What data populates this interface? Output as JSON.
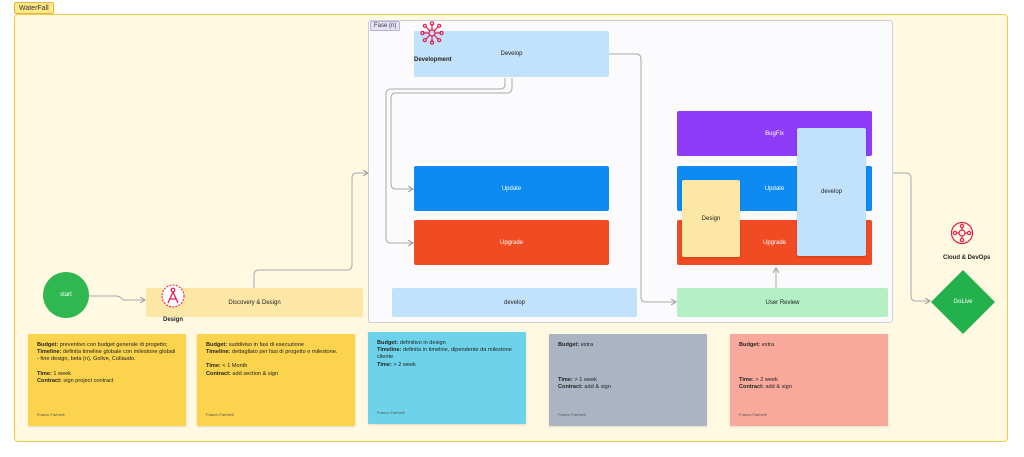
{
  "frame": {
    "label": "WaterFall"
  },
  "phase": {
    "label": "Fase (n)"
  },
  "nodes": {
    "start": "start",
    "discovery": "Discovery & Design",
    "design_label": "Design",
    "develop_top": "Develop",
    "development_label": "Development",
    "update_left": "Update",
    "upgrade_left": "Upgrade",
    "develop_bottom": "develop",
    "bugfix": "BugFix",
    "update_right": "Update",
    "upgrade_right": "Upgrade",
    "design_card": "Design",
    "develop_tall": "develop",
    "user_review": "User Review",
    "cloud_label": "Cloud & DevOps",
    "golive": "GoLive"
  },
  "notes": [
    {
      "color": "#fcd34d",
      "budget_key": "Budget:",
      "budget": " preventivo con budget generale di progetto;",
      "timeline_key": "Timeline:",
      "timeline": " definita timeline globale con  milestone globali - fine design, beta (n), Golive, Collaudo.",
      "time_key": "Time:",
      "time": " 1 week",
      "contract_key": "Contract:",
      "contract": " sign project contract",
      "author": "Franco Farinelli"
    },
    {
      "color": "#fcd34d",
      "budget_key": "Budget:",
      "budget": " suddiviso in fasi di esecuzione",
      "timeline_key": "Timeline:",
      "timeline": " dettagliato per fasi di progetto e milestone.",
      "time_key": "Time:",
      "time": " < 1 Month",
      "contract_key": "Contract:",
      "contract": " add section & sign",
      "author": "Franco Farinelli"
    },
    {
      "color": "#6dd3ea",
      "budget_key": "Budget:",
      "budget": " definitivo in design",
      "timeline_key": "Timeline:",
      "timeline": " definita in timeline, dipendente da milestone cliente",
      "time_key": "Time:",
      "time": " > 2 week",
      "contract_key": "",
      "contract": "",
      "author": "Franco Farinelli"
    },
    {
      "color": "#aab4c3",
      "budget_key": "Budget:",
      "budget": " extra",
      "timeline_key": "",
      "timeline": "",
      "time_key": "Time:",
      "time": " > 1 week",
      "contract_key": "Contract:",
      "contract": " add & sign",
      "author": "Franco Farinelli"
    },
    {
      "color": "#f8a99c",
      "budget_key": "Budget:",
      "budget": " extra",
      "timeline_key": "",
      "timeline": "",
      "time_key": "Time:",
      "time": " > 2 week",
      "contract_key": "Contract:",
      "contract": " add & sign",
      "author": "Franco Farinelli"
    }
  ],
  "colors": {
    "start": "#2fb84f",
    "discovery": "#fde7a6",
    "develop_light": "#c2e2fb",
    "update": "#0d8bf2",
    "upgrade": "#f04b22",
    "bugfix": "#8e3cf7",
    "user_review": "#b4f0c4",
    "golive": "#22b14c",
    "icon": "#e8194f"
  },
  "icons": {
    "design": "compass-icon",
    "development": "network-hub-icon",
    "cloud": "cloud-devops-icon"
  }
}
